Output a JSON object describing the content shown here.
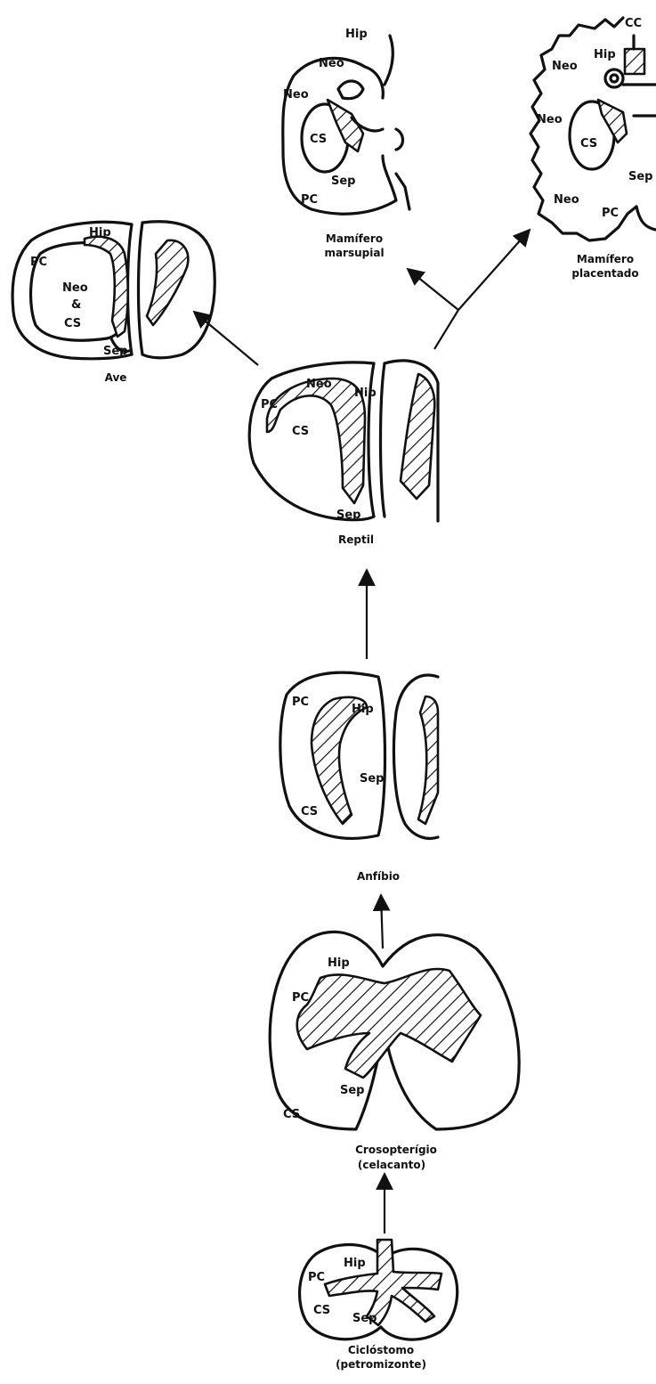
{
  "labels": {
    "hip": "Hip",
    "neo": "Neo",
    "cs": "CS",
    "sep": "Sep",
    "pc": "PC",
    "cc": "CC",
    "amp": "&"
  },
  "captions": {
    "marsupial": [
      "Mamífero",
      "marsupial"
    ],
    "placental": [
      "Mamífero",
      "placentado"
    ],
    "bird": "Ave",
    "reptile": "Reptil",
    "amphibian": "Anfíbio",
    "crossopterygian": [
      "Crosopterígio",
      "(celacanto)"
    ],
    "cyclostome": [
      "Ciclóstomo",
      "(petromizonte)"
    ]
  }
}
